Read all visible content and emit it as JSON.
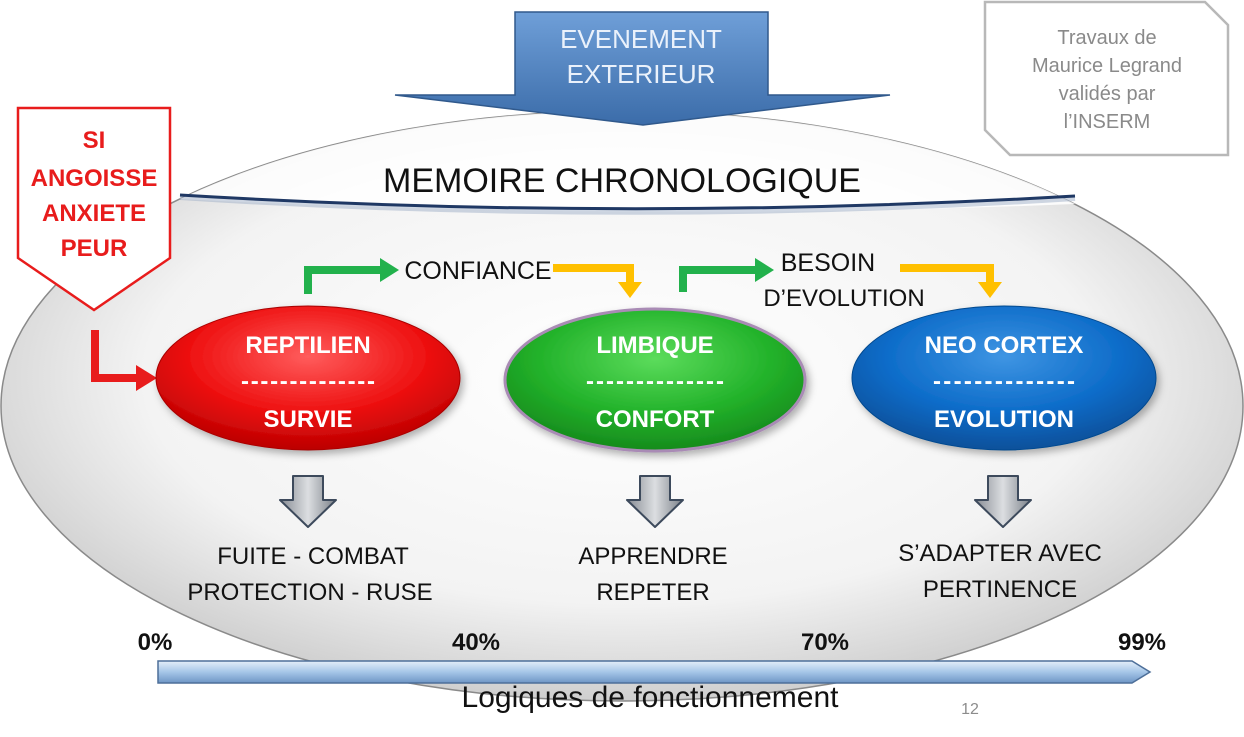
{
  "event_arrow": {
    "line1": "EVENEMENT",
    "line2": "EXTERIEUR"
  },
  "source_note": {
    "line1": "Travaux de",
    "line2": "Maurice Legrand",
    "line3": "validés par",
    "line4": "l’INSERM"
  },
  "warning": {
    "line1": "SI",
    "line2": "ANGOISSE",
    "line3": "ANXIETE",
    "line4": "PEUR"
  },
  "memory_title": "MEMOIRE CHRONOLOGIQUE",
  "brains": [
    {
      "name": "REPTILIEN",
      "divider": "--------------",
      "state": "SURVIE"
    },
    {
      "name": "LIMBIQUE",
      "divider": "--------------",
      "state": "CONFORT"
    },
    {
      "name": "NEO CORTEX",
      "divider": "--------------",
      "state": "EVOLUTION"
    }
  ],
  "transitions": {
    "confidence": "CONFIANCE",
    "evolution_need_line1": "BESOIN",
    "evolution_need_line2": "D’EVOLUTION"
  },
  "outcomes": [
    {
      "line1": "FUITE - COMBAT",
      "line2": "PROTECTION - RUSE"
    },
    {
      "line1": "APPRENDRE",
      "line2": "REPETER"
    },
    {
      "line1": "S’ADAPTER AVEC",
      "line2": "PERTINENCE"
    }
  ],
  "scale": {
    "ticks": [
      "0%",
      "40%",
      "70%",
      "99%"
    ],
    "label": "Logiques de fonctionnement"
  },
  "page_number": "12",
  "colors": {
    "event_arrow": "#4f81bd",
    "warning": "#e81c1c",
    "reptilian": "#ee1111",
    "limbic": "#22b22a",
    "neocortex": "#0d6cc9",
    "green_arrow": "#22b14c",
    "yellow_arrow": "#ffc000",
    "memory_line": "#1f3864"
  }
}
